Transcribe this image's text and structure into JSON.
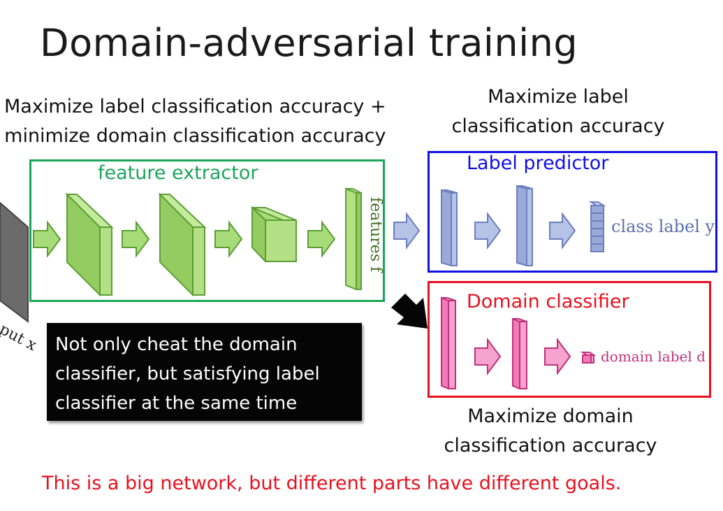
{
  "title": "Domain-adversarial training",
  "captions": {
    "feature_goal_line1": "Maximize label classification accuracy +",
    "feature_goal_line2": "minimize domain classification accuracy",
    "label_goal_line1": "Maximize label",
    "label_goal_line2": "classification accuracy",
    "domain_goal_line1": "Maximize domain",
    "domain_goal_line2": "classification accuracy"
  },
  "modules": {
    "feature_extractor": "feature extractor",
    "label_predictor": "Label predictor",
    "domain_classifier": "Domain classifier"
  },
  "diagram_labels": {
    "input": "nput x",
    "features": "features f",
    "class_label": "class label y",
    "domain_label": "domain label d"
  },
  "note": {
    "line1": "Not only cheat the domain",
    "line2": "classifier, but satisfying label",
    "line3": "classifier at the same time"
  },
  "footer": "This is a big network, but different parts have different goals.",
  "colors": {
    "feature_extractor": "#1aa55a",
    "label_predictor": "#1010e6",
    "domain_classifier": "#e8101e",
    "green_block": "#a8dc7a",
    "blue_block": "#9aaad8",
    "pink_block": "#f27ab8"
  }
}
